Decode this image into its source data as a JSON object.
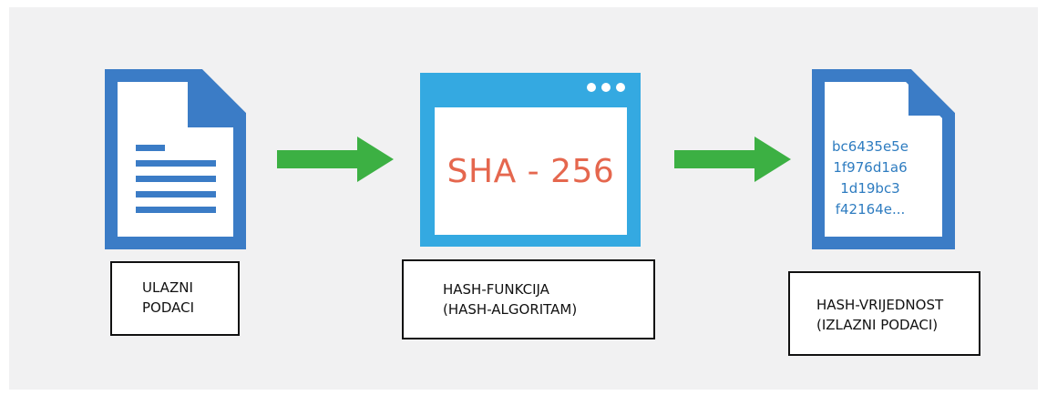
{
  "input": {
    "icon": "document-icon",
    "label_line1": "ULAZNI",
    "label_line2": "PODACI"
  },
  "function": {
    "icon": "browser-window-icon",
    "algorithm": "SHA - 256",
    "label_line1": "HASH-FUNKCIJA",
    "label_line2": "(HASH-ALGORITAM)"
  },
  "output": {
    "icon": "document-icon",
    "hash_lines": [
      "bc6435e5e",
      "1f976d1a6",
      "1d19bc3",
      "f42164e..."
    ],
    "label_line1": "HASH-VRIJEDNOST",
    "label_line2": "(IZLAZNI PODACI)"
  },
  "arrows": [
    "arrow-right-icon",
    "arrow-right-icon"
  ],
  "colors": {
    "background": "#f1f1f2",
    "document_blue": "#3b7cc6",
    "window_blue": "#34a9e1",
    "arrow_green": "#3cb043",
    "algorithm_red": "#e5674e",
    "hash_text_blue": "#2e7cc0"
  }
}
